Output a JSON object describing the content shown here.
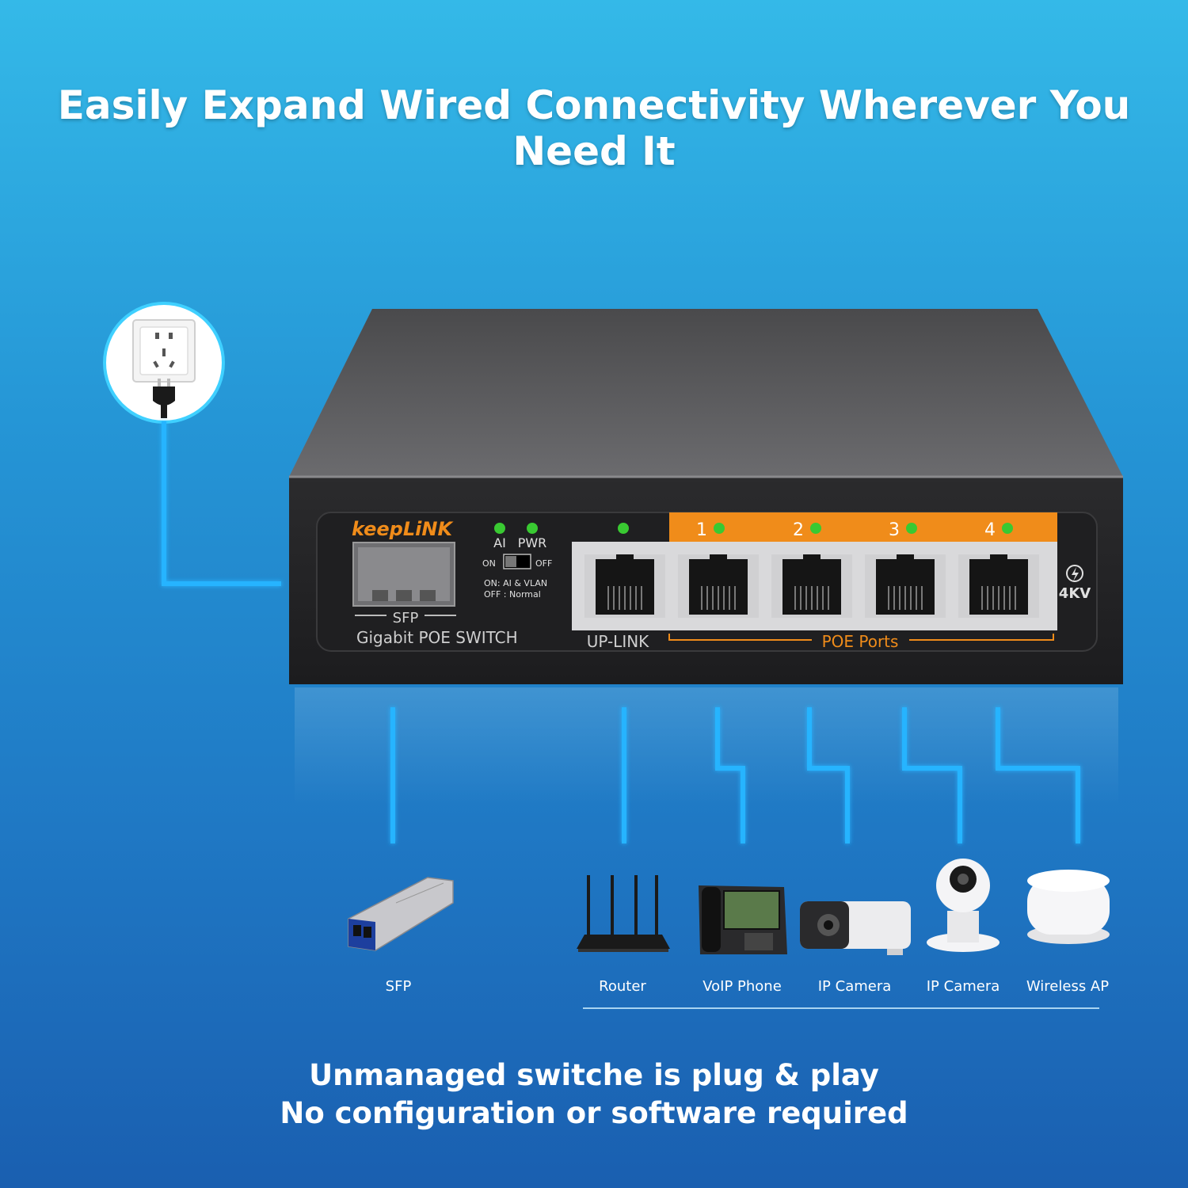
{
  "headline": "Easily Expand Wired Connectivity Wherever You Need It",
  "footer": {
    "line1": "Unmanaged switche is plug & play",
    "line2": "No configuration or software required"
  },
  "switch": {
    "brand": "keepLiNK",
    "model": "Gigabit POE SWITCH",
    "sfp_label": "SFP",
    "led_ai": "AI",
    "led_pwr": "PWR",
    "switch_on": "ON",
    "switch_off": "OFF",
    "mode_on": "ON: AI & VLAN",
    "mode_off": "OFF : Normal",
    "uplink_label": "UP-LINK",
    "poe_label": "POE Ports",
    "surge_label": "4KV",
    "ports": [
      "1",
      "2",
      "3",
      "4"
    ]
  },
  "devices": [
    "SFP",
    "Router",
    "VoIP Phone",
    "IP Camera",
    "IP Camera",
    "Wireless AP"
  ],
  "icons": {
    "outlet": "wall-outlet-icon",
    "surge": "lightning-bolt-icon"
  },
  "colors": {
    "accent_orange": "#f08c1a",
    "led_green": "#39c932",
    "cable_blue": "#27b4ff"
  }
}
